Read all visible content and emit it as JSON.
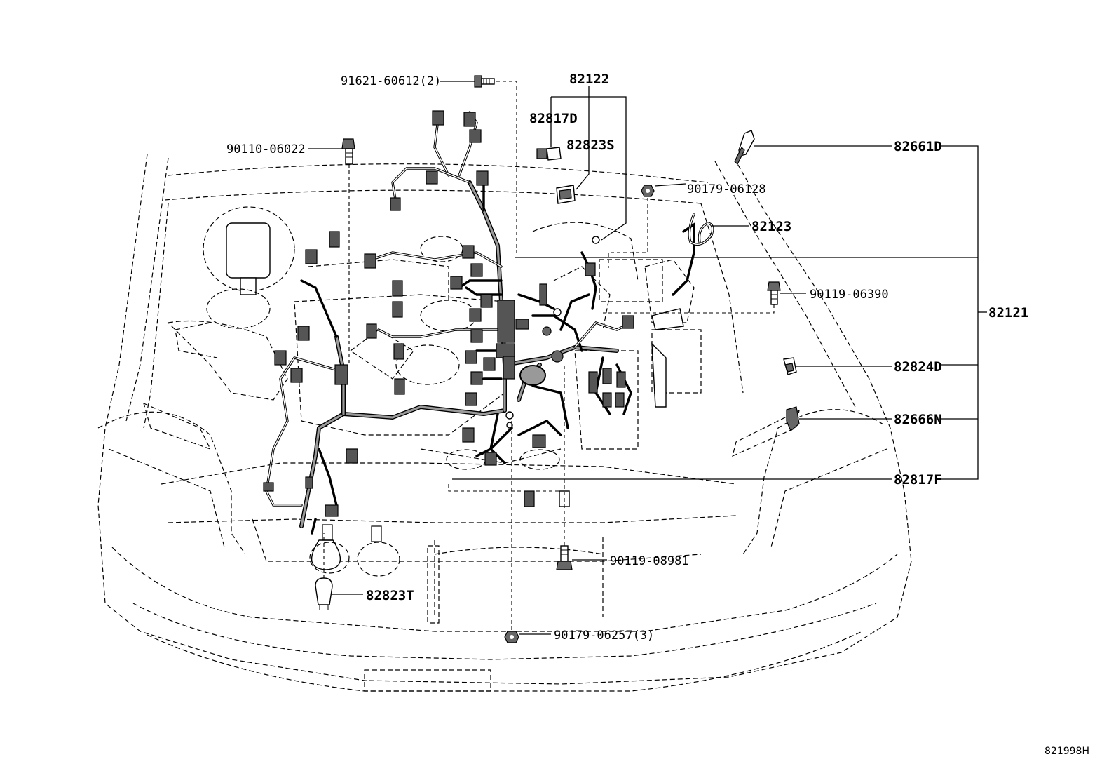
{
  "diagram_id": "821998H",
  "labels": {
    "p82122": "82122",
    "p82817D": "82817D",
    "p82823S": "82823S",
    "p91621": "91621-60612(2)",
    "p90110": "90110-06022",
    "p82661D": "82661D",
    "p90179a": "90179-06128",
    "p82123": "82123",
    "p90119a": "90119-06390",
    "p82121": "82121",
    "p82824D": "82824D",
    "p82666N": "82666N",
    "p82817F": "82817F",
    "p90119b": "90119-08981",
    "p82823T": "82823T",
    "p90179b": "90179-06257(3)"
  }
}
